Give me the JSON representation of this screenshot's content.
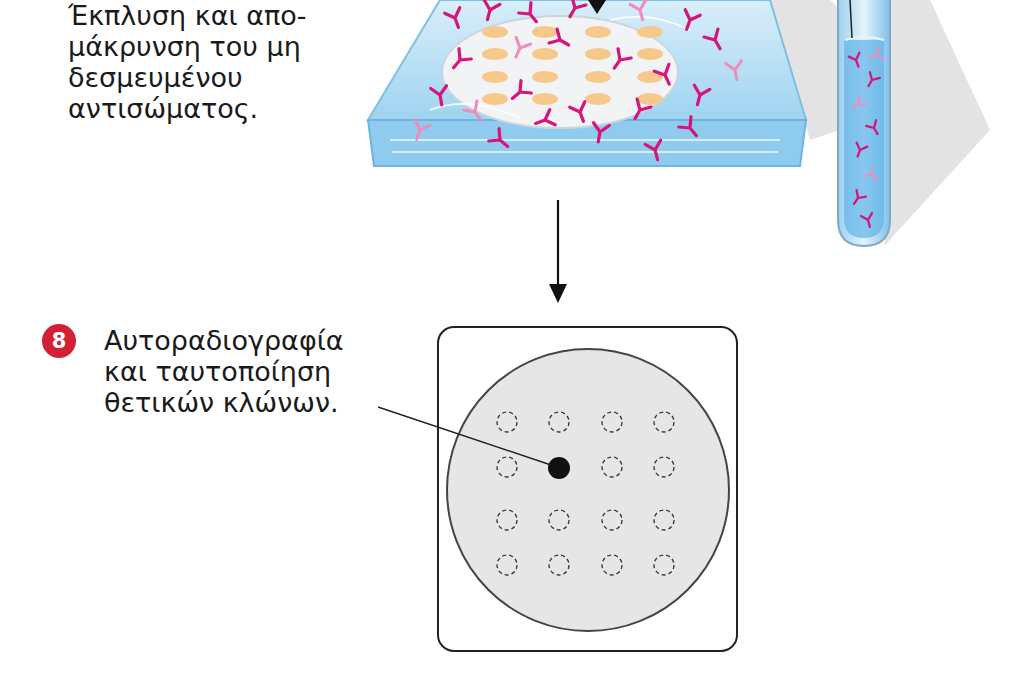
{
  "diagram": {
    "nodes": [
      {
        "text": [
          "8"
        ]
      }
    ],
    "labels": [
      "Έκπλυση και απο- μάκρυνση του μη δεσμευμένου αντισώματος.",
      "Αυτοραδιογραφία και ταυτοποίηση θετικών κλώνων."
    ]
  }
}
